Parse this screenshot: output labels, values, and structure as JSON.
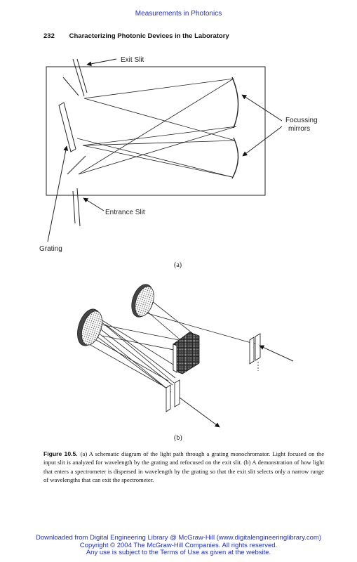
{
  "running_head": "Measurements in Photonics",
  "page_header": {
    "page_number": "232",
    "title": "Characterizing Photonic Devices in the Laboratory"
  },
  "figure_a": {
    "labels": {
      "exit_slit": "Exit Slit",
      "focussing_mirrors_line1": "Focussing",
      "focussing_mirrors_line2": "mirrors",
      "entrance_slit": "Entrance  Slit",
      "grating": "Grating"
    },
    "sublabel": "(a)"
  },
  "figure_b": {
    "sublabel": "(b)"
  },
  "caption": {
    "lead": "Figure 10.5.",
    "text": "(a) A schematic diagram of the light path through a grating monochromator. Light focused on the input slit is analyzed for wavelength by the grating and refocused on the exit slit. (b) A demonstration of how light that enters a spectrometer is dispersed in wavelength by the grating so that the exit slit selects only a narrow range of wavelengths that can exit the spectrometer."
  },
  "footer": {
    "line1": "Downloaded from Digital Engineering Library @ McGraw-Hill (www.digitalengineeringlibrary.com)",
    "line2": "Copyright © 2004 The McGraw-Hill Companies. All rights reserved.",
    "line3": "Any use is subject to the Terms of Use as given at the website."
  }
}
